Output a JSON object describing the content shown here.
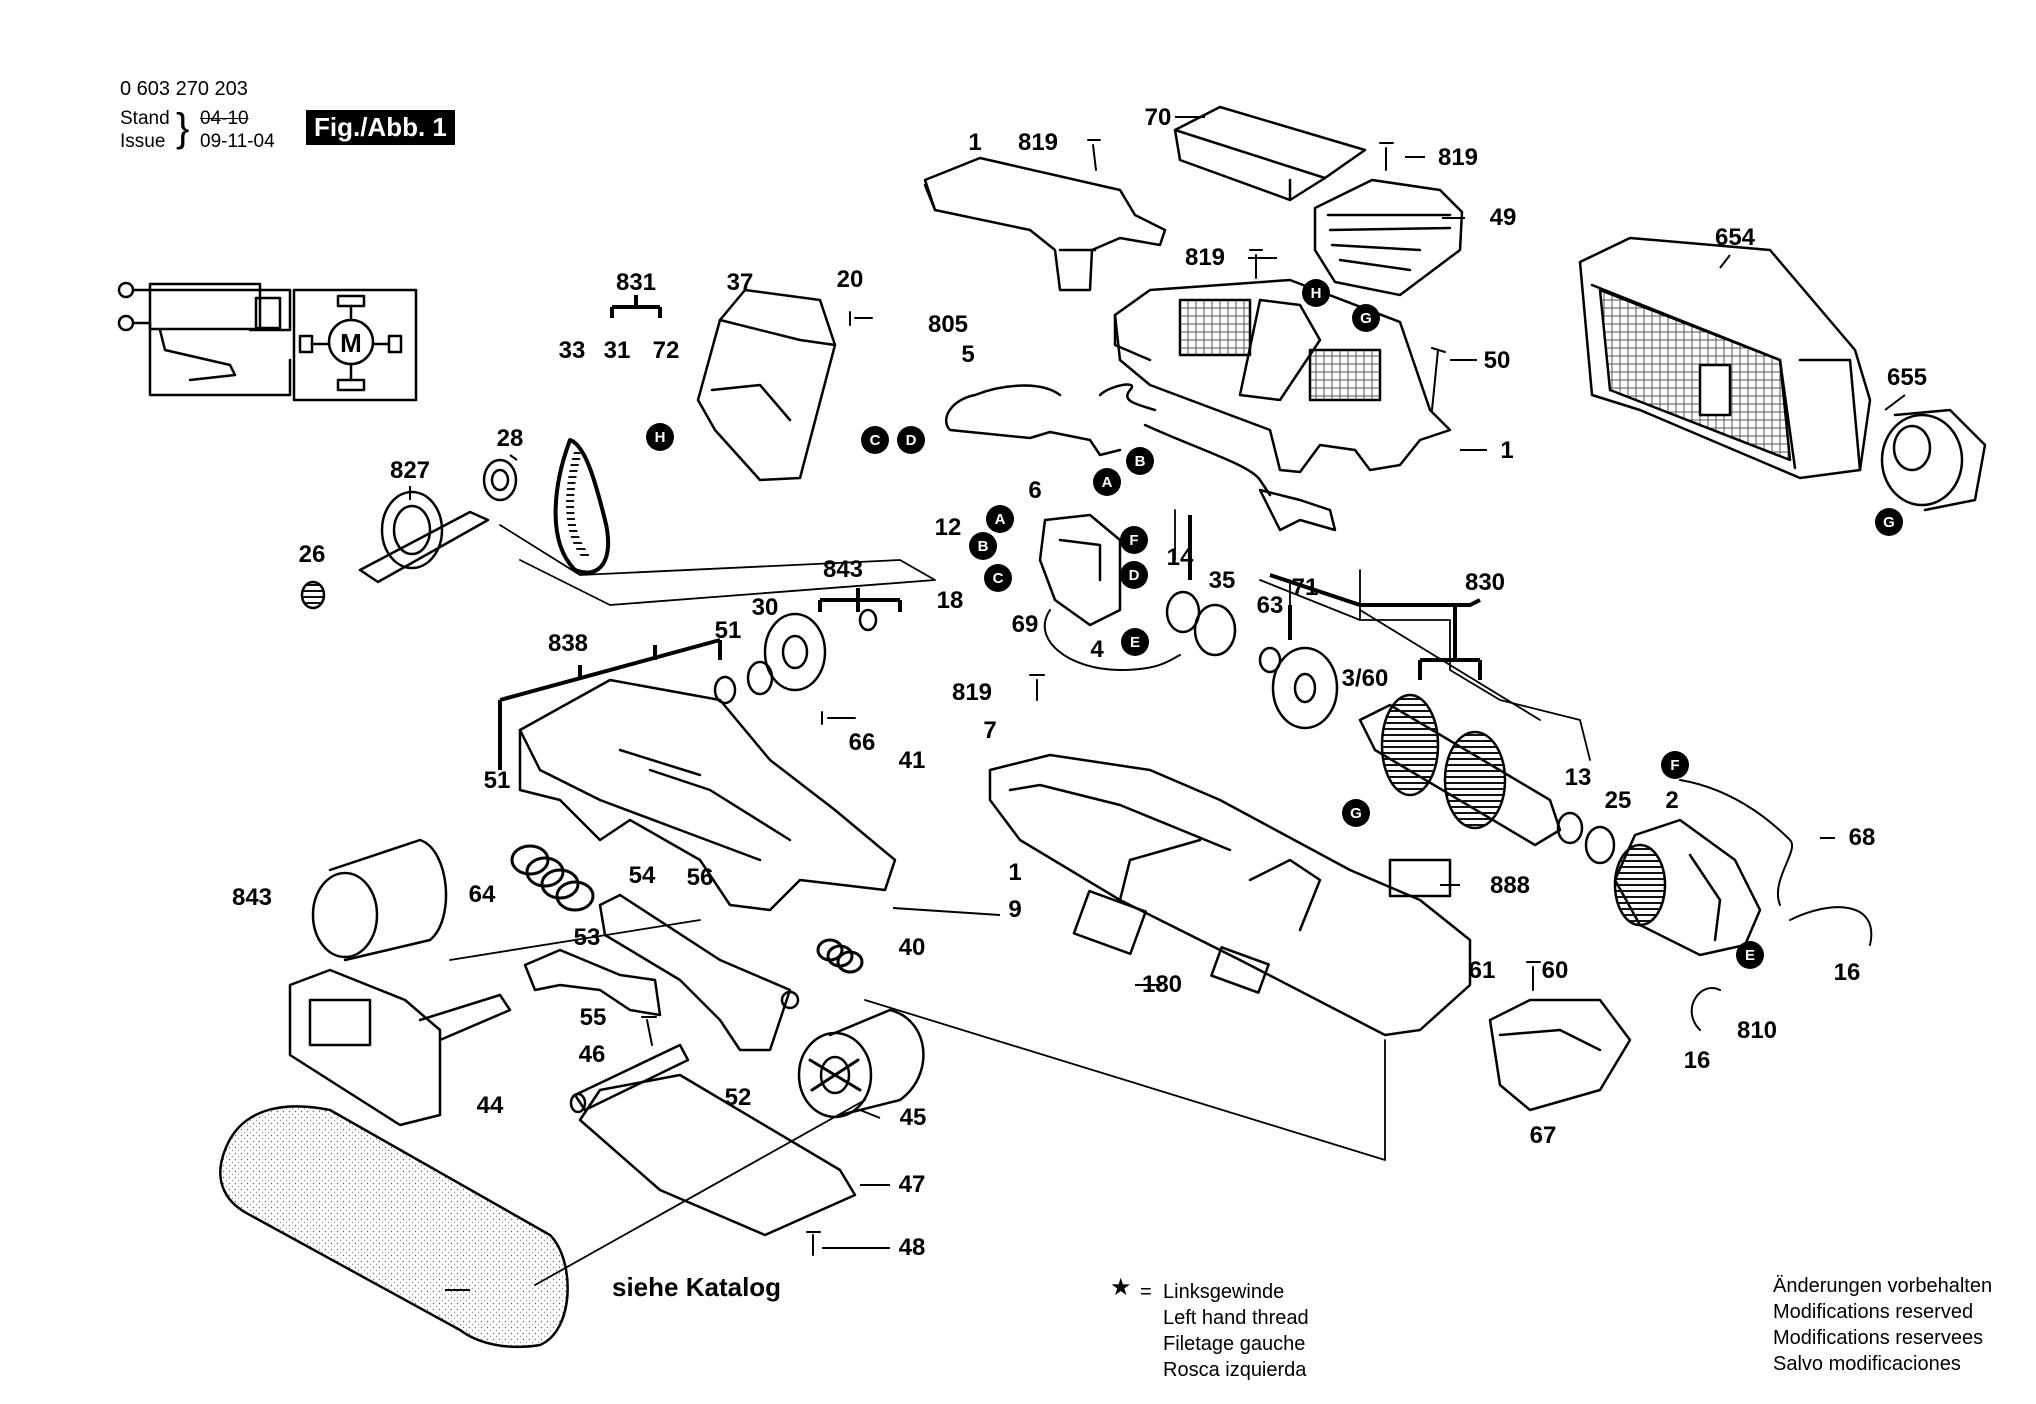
{
  "header": {
    "part_number": "0 603 270 203",
    "stand_label": "Stand",
    "stand_value": "04-10",
    "issue_label": "Issue",
    "issue_value": "09-11-04",
    "figure_label": "Fig./Abb. 1"
  },
  "motor_symbol": "M",
  "parts": [
    "1",
    "819",
    "70",
    "819",
    "49",
    "819",
    "654",
    "655",
    "50",
    "1",
    "831",
    "37",
    "20",
    "805",
    "5",
    "33",
    "31",
    "72",
    "28",
    "827",
    "26",
    "6",
    "12",
    "843",
    "838",
    "51",
    "30",
    "18",
    "69",
    "4",
    "14",
    "35",
    "63",
    "71",
    "830",
    "3/60",
    "819",
    "7",
    "13",
    "25",
    "2",
    "68",
    "51",
    "66",
    "41",
    "64",
    "54",
    "56",
    "843",
    "53",
    "40",
    "55",
    "46",
    "52",
    "45",
    "44",
    "47",
    "48",
    "1",
    "9",
    "180",
    "888",
    "61",
    "60",
    "16",
    "810",
    "16",
    "67"
  ],
  "reference_letters": [
    "H",
    "G",
    "C",
    "D",
    "A",
    "B",
    "A",
    "B",
    "C",
    "F",
    "D",
    "E",
    "H",
    "G",
    "F",
    "E",
    "G"
  ],
  "belt_caption": "siehe Katalog",
  "legend": {
    "star": "★",
    "equals": "=",
    "lines": [
      "Linksgewinde",
      "Left hand thread",
      "Filetage gauche",
      "Rosca izquierda"
    ]
  },
  "modifications": {
    "lines": [
      "Änderungen vorbehalten",
      "Modifications reserved",
      "Modifications reservees",
      "Salvo modificaciones"
    ]
  }
}
